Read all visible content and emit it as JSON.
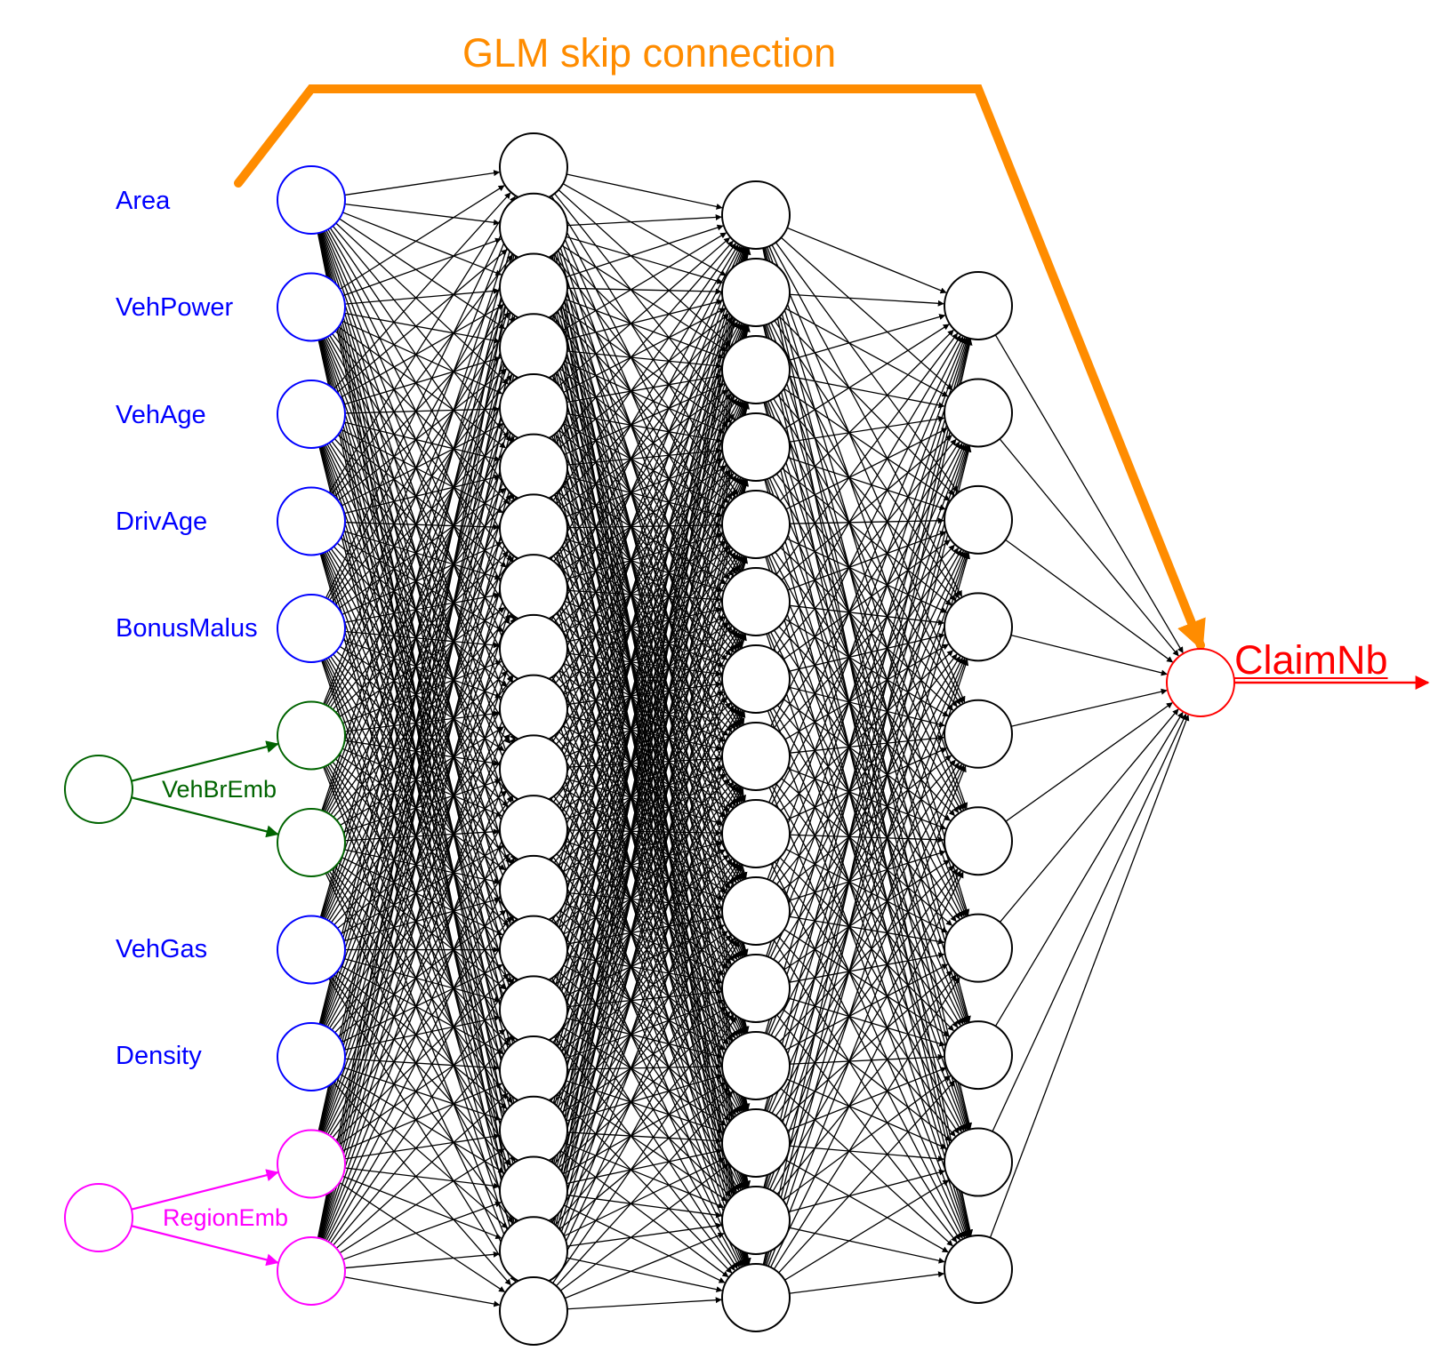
{
  "title": "GLM skip connection",
  "output_label": "ClaimNb",
  "input_labels": [
    "Area",
    "VehPower",
    "VehAge",
    "DrivAge",
    "BonusMalus",
    "VehGas",
    "Density"
  ],
  "embedding_labels": {
    "vehbrand": "VehBrEmb",
    "region": "RegionEmb"
  },
  "colors": {
    "continuous_input": "#0000ff",
    "vehbrand_embedding": "#006400",
    "region_embedding": "#ff00ff",
    "skip_connection": "#ff8c00",
    "output": "#ff0000",
    "hidden": "#000000"
  },
  "layers": {
    "input_nodes": 11,
    "hidden1_nodes": 20,
    "hidden2_nodes": 15,
    "hidden3_nodes": 10,
    "output_nodes": 1
  }
}
